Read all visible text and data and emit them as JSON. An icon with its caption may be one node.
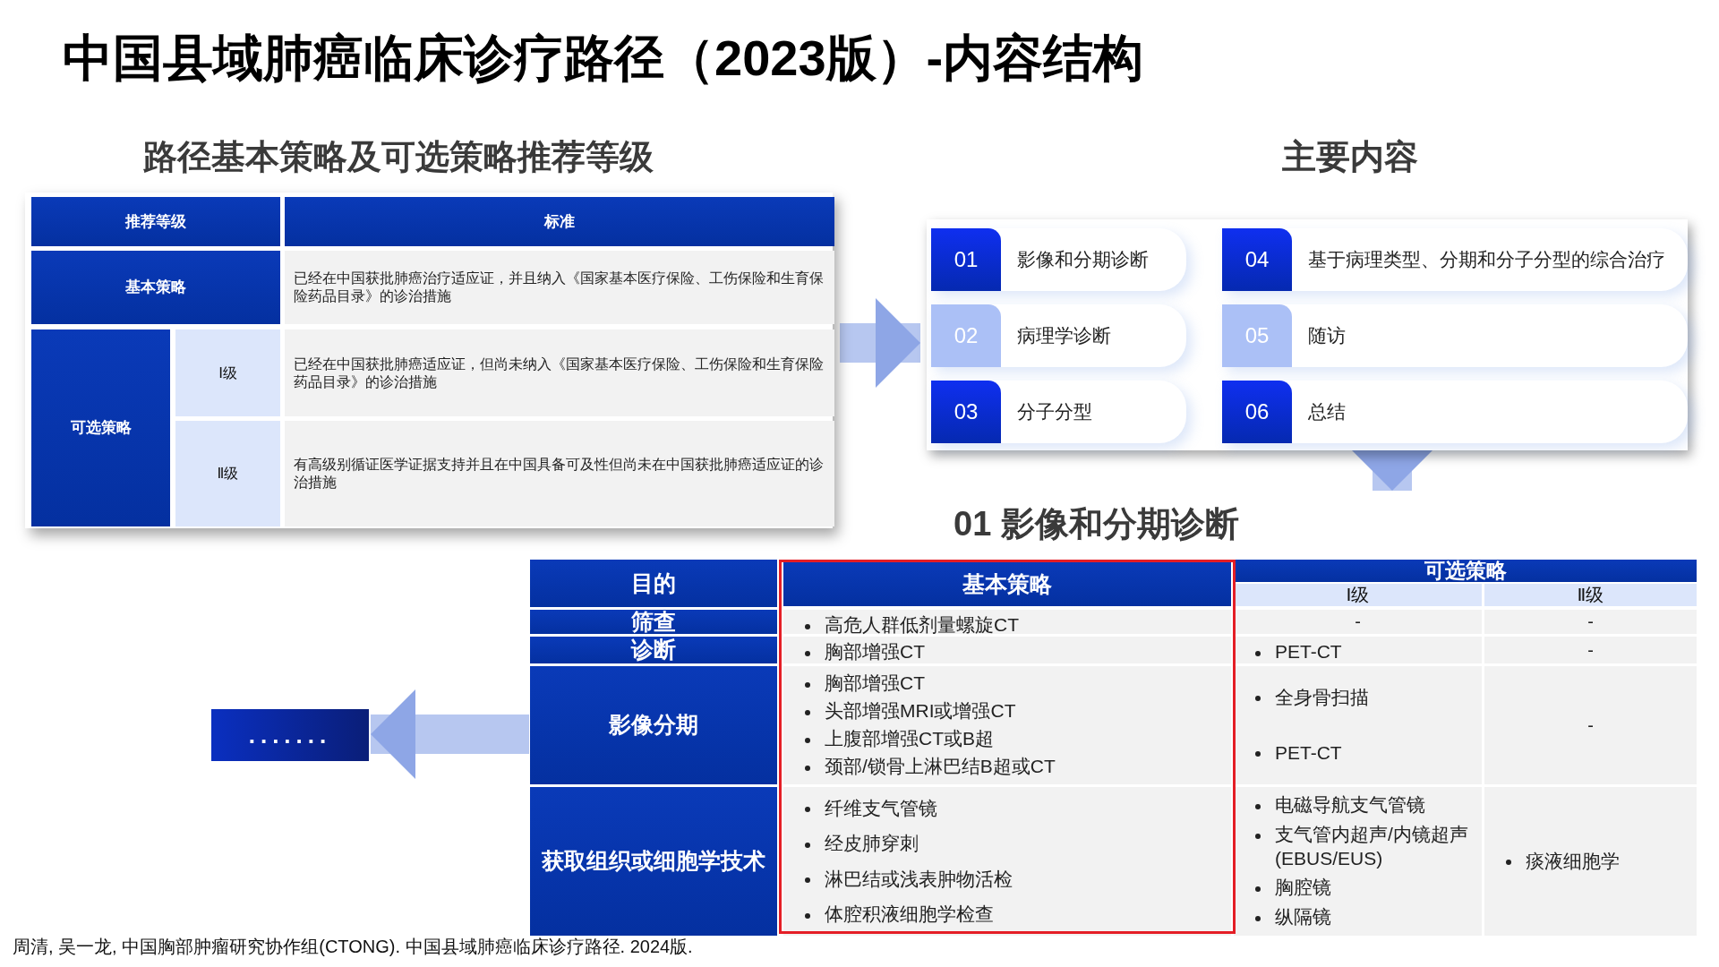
{
  "diagram": {
    "title": "中国县域肺癌临床诊疗路径（2023版）-内容结构",
    "caption": "周清, 吴一龙, 中国胸部肿瘤研究协作组(CTONG). 中国县域肺癌临床诊疗路径. 2024版.",
    "nodes": [
      {
        "text": [
          "路径基本策略及可选策略推荐等级"
        ]
      },
      {
        "text": [
          "主要内容"
        ]
      },
      {
        "text": [
          "01",
          "影像和分期诊断"
        ],
        "in": 1
      },
      {
        "text": [
          "02",
          "病理学诊断"
        ],
        "in": 1
      },
      {
        "text": [
          "03",
          "分子分型"
        ],
        "in": 1
      },
      {
        "text": [
          "04",
          "基于病理类型、分期和分子分型的综合治疗"
        ],
        "in": 1
      },
      {
        "text": [
          "05",
          "随访"
        ],
        "in": 1
      },
      {
        "text": [
          "06",
          "总结"
        ],
        "in": 1
      },
      {
        "text": [
          "01 影像和分期诊断"
        ]
      },
      {
        "text": [
          "......."
        ]
      }
    ],
    "edges": [
      {
        "from": 0,
        "to": 1,
        "arrow": "to"
      },
      {
        "from": 1,
        "to": 8,
        "arrow": "to"
      },
      {
        "from": 8,
        "to": 9,
        "arrow": "to"
      }
    ],
    "labels": [
      "推荐等级",
      "标准",
      "基本策略",
      "已经在中国获批肺癌治疗适应证，并且纳入《国家基本医疗保险、工伤保险和生育保险药品目录》的诊治措施",
      "可选策略",
      "Ⅰ级",
      "已经在中国获批肺癌适应证，但尚未纳入《国家基本医疗保险、工伤保险和生育保险药品目录》的诊治措施",
      "Ⅱ级",
      "有高级别循证医学证据支持并且在中国具备可及性但尚未在中国获批肺癌适应证的诊治措施",
      "目的",
      "基本策略",
      "可选策略",
      "Ⅰ级",
      "Ⅱ级",
      "筛查",
      "高危人群低剂量螺旋CT",
      "-",
      "-",
      "诊断",
      "胸部增强CT",
      "PET-CT",
      "-",
      "影像分期",
      "胸部增强CT",
      "头部增强MRI或增强CT",
      "上腹部增强CT或B超",
      "颈部/锁骨上淋巴结B超或CT",
      "全身骨扫描",
      "PET-CT",
      "-",
      "获取组织或细胞学技术",
      "纤维支气管镜",
      "经皮肺穿刺",
      "淋巴结或浅表肿物活检",
      "体腔积液细胞学检查",
      "电磁导航支气管镜",
      "支气管内超声/内镜超声(EBUS/EUS)",
      "胸腔镜",
      "纵隔镜",
      "痰液细胞学"
    ]
  }
}
